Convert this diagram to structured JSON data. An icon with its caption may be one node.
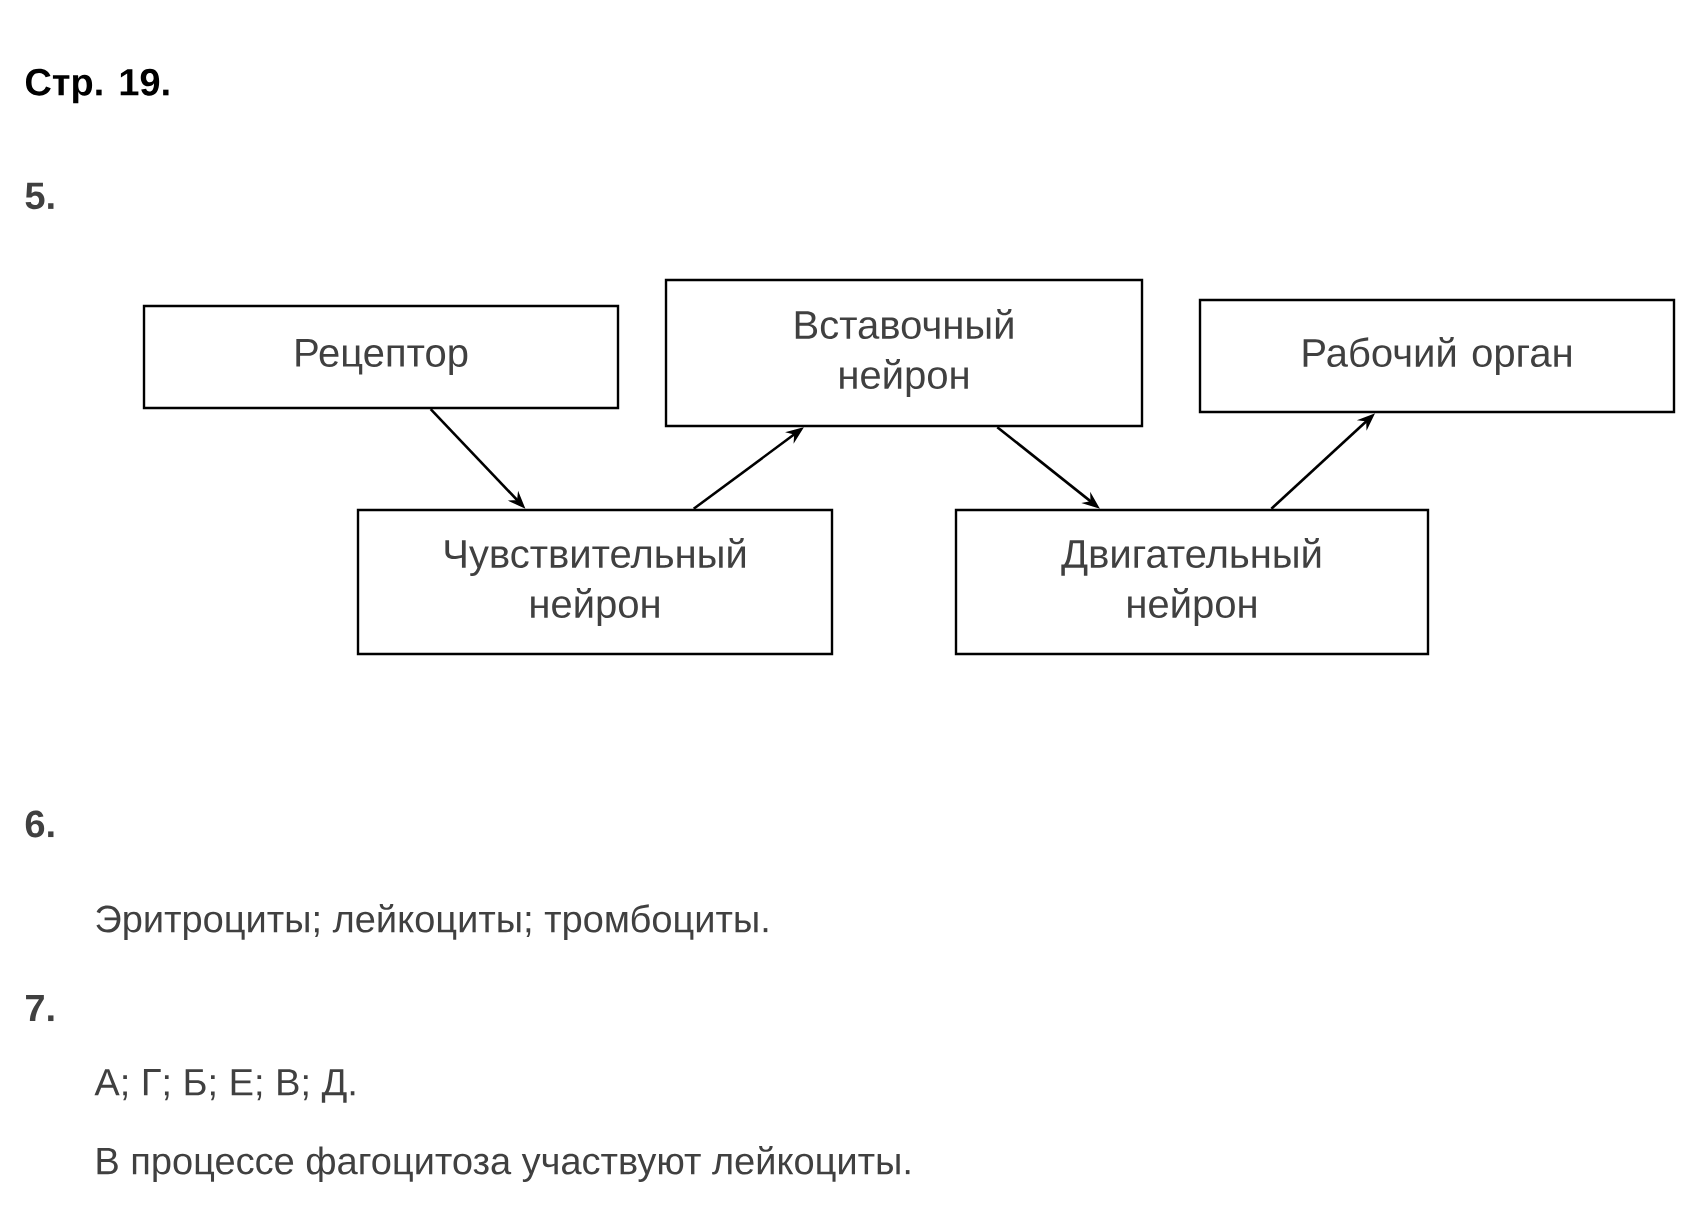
{
  "diagram": {
    "title": "Стр. 19.",
    "nodes": [
      {
        "text": [
          "Рецептор"
        ]
      },
      {
        "text": [
          "Вставочный нейрон"
        ]
      },
      {
        "text": [
          "Рабочий орган"
        ]
      },
      {
        "text": [
          "Чувствительный нейрон"
        ]
      },
      {
        "text": [
          "Двигательный нейрон"
        ]
      }
    ],
    "edges": [
      {
        "from": 0,
        "to": 3,
        "arrow": "to"
      },
      {
        "from": 3,
        "to": 1,
        "arrow": "to"
      },
      {
        "from": 1,
        "to": 4,
        "arrow": "to"
      },
      {
        "from": 4,
        "to": 2,
        "arrow": "to"
      }
    ],
    "labels": [
      "5.",
      "6.",
      "Эритроциты; лейкоциты; тромбоциты.",
      "7.",
      "А; Г; Б; Е; В; Д.",
      "В процессе фагоцитоза участвуют лейкоциты."
    ]
  }
}
